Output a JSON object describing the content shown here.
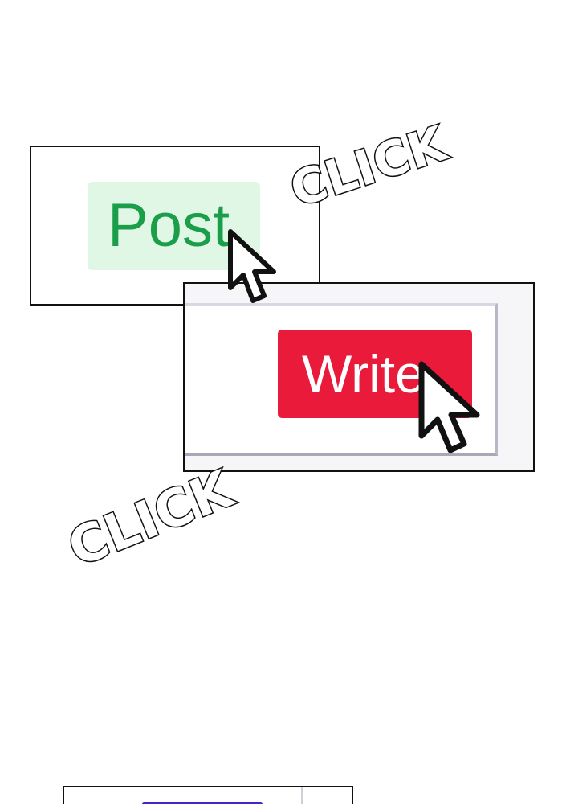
{
  "panels": {
    "post": {
      "button_label": "Post"
    },
    "write": {
      "button_label": "Write"
    }
  },
  "sound_effects": [
    "CLICK",
    "CLICK"
  ],
  "colors": {
    "post_text": "#1a9e4a",
    "post_bg": "#e0f7e6",
    "write_bg": "#ea1a3b",
    "write_text": "#ffffff",
    "partial_button": "#4a22c7"
  },
  "icons": [
    "mouse-pointer-icon",
    "mouse-pointer-icon"
  ]
}
